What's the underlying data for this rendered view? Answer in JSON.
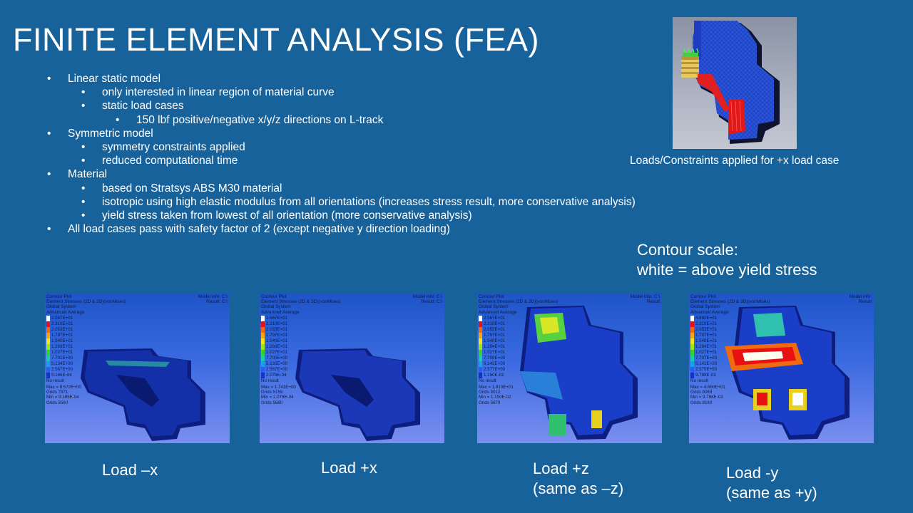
{
  "title": "FINITE ELEMENT ANALYSIS (FEA)",
  "bullets": [
    {
      "level": 0,
      "text": "Linear static model"
    },
    {
      "level": 1,
      "text": "only interested in linear region of material curve"
    },
    {
      "level": 1,
      "text": "static load cases"
    },
    {
      "level": 2,
      "text": "150 lbf positive/negative x/y/z directions on L-track"
    },
    {
      "level": 0,
      "text": "Symmetric model"
    },
    {
      "level": 1,
      "text": "symmetry constraints applied"
    },
    {
      "level": 1,
      "text": "reduced computational time"
    },
    {
      "level": 0,
      "text": "Material"
    },
    {
      "level": 1,
      "text": "based on Stratsys ABS M30 material"
    },
    {
      "level": 1,
      "text": "isotropic using high elastic modulus from all orientations (increases stress result, more conservative analysis)"
    },
    {
      "level": 1,
      "text": "yield stress taken from lowest of all orientation (more conservative analysis)"
    },
    {
      "level": 0,
      "text": "All load cases pass with safety factor of 2 (except negative y direction loading)"
    }
  ],
  "hero_caption": "Loads/Constraints applied for +x load case",
  "contour_scale": {
    "line1": "Contour scale:",
    "line2": "white = above yield stress"
  },
  "legend_colors": [
    "#ffffff",
    "#e81010",
    "#f06a10",
    "#f5a80e",
    "#e8e81a",
    "#9ee61c",
    "#30d23a",
    "#1cc8b0",
    "#19a0e8",
    "#2a5ef0",
    "#1432c8",
    "#0a1ea0"
  ],
  "plots": [
    {
      "header": [
        "Contour Plot",
        "Element Stresses (2D & 3D)(vonMises)",
        "Global System",
        "Advanced Average"
      ],
      "model_info": [
        "Model info: C:\\",
        "Result: C:\\"
      ],
      "legend": [
        "2.567E+01",
        "2.310E+01",
        "2.053E+01",
        "1.797E+01",
        "1.540E+01",
        "1.283E+01",
        "1.027E+01",
        "7.701E+00",
        "5.134E+00",
        "2.567E+00",
        "9.185E-04"
      ],
      "no_result": "No result",
      "stats": [
        "Max = 8.572E+00",
        "Grids 7971",
        "Min = 9.185E-04",
        "Grids 5560"
      ],
      "label": [
        "Load –x"
      ]
    },
    {
      "header": [
        "Contour Plot",
        "Element Stresses (2D & 3D)(vonMises)",
        "Global System",
        "Advanced Average"
      ],
      "model_info": [
        "Model info: C:\\",
        "Result: C:\\"
      ],
      "legend": [
        "2.567E+01",
        "2.310E+01",
        "2.053E+01",
        "1.797E+01",
        "1.540E+01",
        "1.283E+01",
        "1.027E+01",
        "7.700E+00",
        "5.133E+00",
        "2.567E+00",
        "2.078E-04"
      ],
      "no_result": "No result",
      "stats": [
        "Max = 1.741E+00",
        "Grids 5156",
        "Min = 2.078E-04",
        "Grids 5680"
      ],
      "label": [
        "Load +x"
      ]
    },
    {
      "header": [
        "Contour Plot",
        "Element Stresses (2D & 3D)(vonMises)",
        "Global System",
        "Advanced Average"
      ],
      "model_info": [
        "Model info: C:\\",
        "Result"
      ],
      "legend": [
        "2.567E+01",
        "2.310E+01",
        "2.053E+01",
        "1.797E+01",
        "1.540E+01",
        "1.284E+01",
        "1.027E+01",
        "7.708E+00",
        "5.142E+00",
        "2.577E+00",
        "1.150E-02"
      ],
      "no_result": "No result",
      "stats": [
        "Max = 1.813E+01",
        "Grids 8012",
        "Min = 1.150E-02",
        "Grids 5679"
      ],
      "label": [
        "Load +z",
        "(same as –z)"
      ]
    },
    {
      "header": [
        "Contour Plot",
        "Element Stresses (2D & 3D)(vonMises)",
        "Global System",
        "Advanced Average"
      ],
      "model_info": [
        "Model info:",
        "Result"
      ],
      "legend": [
        "4.660E+01",
        "2.310E+01",
        "2.053E+01",
        "1.797E+01",
        "1.540E+01",
        "1.284E+01",
        "1.027E+01",
        "7.707E+00",
        "5.141E+00",
        "2.575E+00",
        "9.788E-03"
      ],
      "no_result": "No result",
      "stats": [
        "Max = 4.660E+01",
        "Grids 8069",
        "Min = 9.788E-03",
        "Grids 8160"
      ],
      "label": [
        "Load -y",
        "(same as +y)"
      ]
    }
  ]
}
